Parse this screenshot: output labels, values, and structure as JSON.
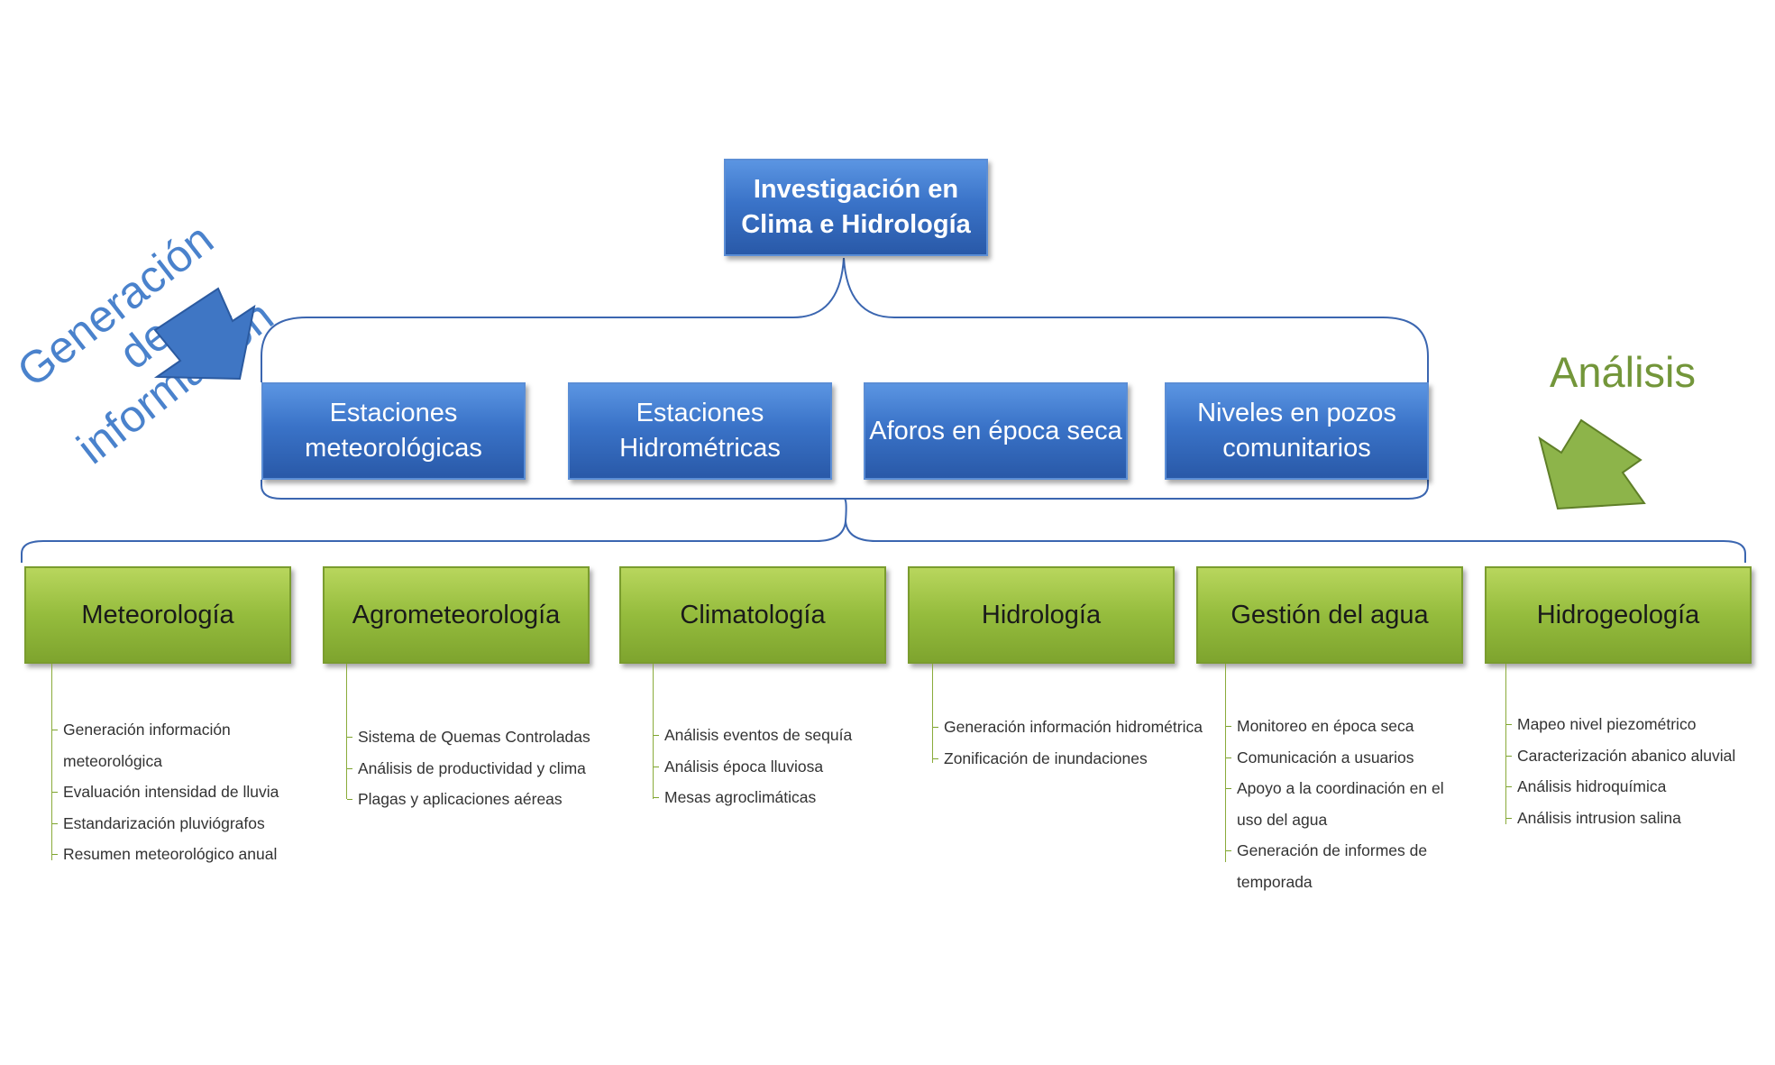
{
  "root": {
    "title": "Investigación en Clima e Hidrología"
  },
  "stations": [
    {
      "label": "Estaciones meteorológicas"
    },
    {
      "label": "Estaciones Hidrométricas"
    },
    {
      "label": "Aforos en época seca"
    },
    {
      "label": "Niveles en pozos comunitarios"
    }
  ],
  "disciplines": [
    {
      "label": "Meteorología",
      "items": [
        "Generación información meteorológica",
        "Evaluación intensidad de lluvia",
        "Estandarización pluviógrafos",
        "Resumen meteorológico anual"
      ]
    },
    {
      "label": "Agrometeorología",
      "items": [
        "Sistema de Quemas Controladas",
        "Análisis de productividad y clima",
        "Plagas y aplicaciones aéreas"
      ]
    },
    {
      "label": "Climatología",
      "items": [
        "Análisis eventos de sequía",
        "Análisis época lluviosa",
        "Mesas agroclimáticas"
      ]
    },
    {
      "label": "Hidrología",
      "items": [
        "Generación información hidrométrica",
        "Zonificación de inundaciones"
      ]
    },
    {
      "label": "Gestión del agua",
      "items": [
        "Monitoreo en época seca",
        "Comunicación a usuarios",
        "Apoyo a la coordinación en el uso del agua",
        "Generación de informes de temporada"
      ]
    },
    {
      "label": "Hidrogeología",
      "items": [
        "Mapeo nivel piezométrico",
        "Caracterización abanico aluvial",
        "Análisis hidroquímica",
        "Análisis intrusion salina"
      ]
    }
  ],
  "side_labels": {
    "generation": "Generación de información",
    "analysis": "Análisis"
  },
  "colors": {
    "blue": "#3a73c8",
    "green": "#95bc3d",
    "connector": "#3b66b0",
    "generation_text": "#4a82cc",
    "analysis_text": "#73963a"
  },
  "icons": {
    "left_arrow": "blue-down-right-arrow-icon",
    "right_arrow": "green-down-left-arrow-icon"
  }
}
